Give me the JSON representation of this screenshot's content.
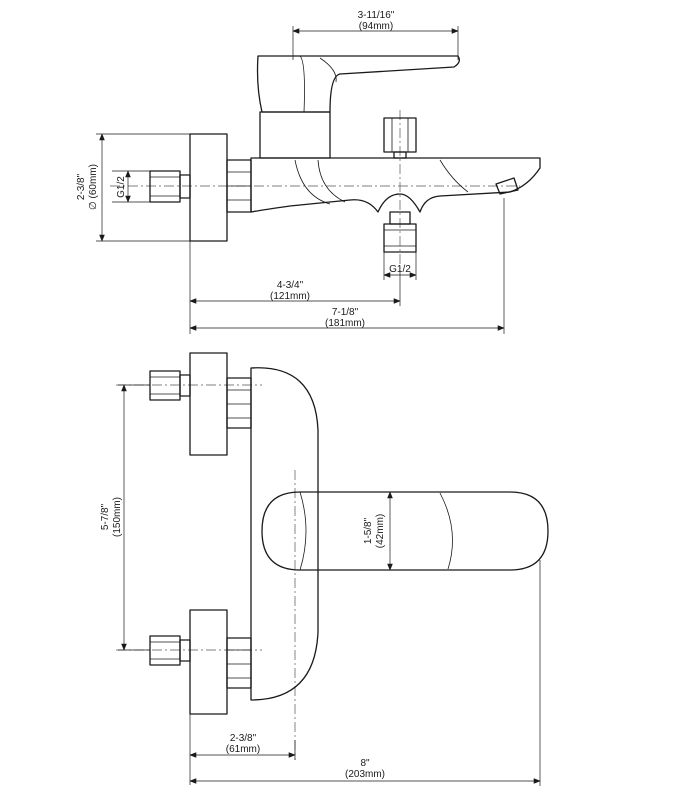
{
  "dimensions": {
    "lever_length": {
      "imperial": "3-11/16\"",
      "metric": "(94mm)"
    },
    "flange_diameter": {
      "imperial": "2-3/8\"",
      "metric": "∅ (60mm)"
    },
    "inlet_thread": {
      "label": "G1/2"
    },
    "outlet_thread": {
      "label": "G1/2"
    },
    "wall_to_diverter": {
      "imperial": "4-3/4\"",
      "metric": "(121mm)"
    },
    "wall_to_spout": {
      "imperial": "7-1/8\"",
      "metric": "(181mm)"
    },
    "inlet_spacing": {
      "imperial": "5-7/8\"",
      "metric": "(150mm)"
    },
    "lever_width": {
      "imperial": "1-5/8\"",
      "metric": "(42mm)"
    },
    "wall_to_body": {
      "imperial": "2-3/8\"",
      "metric": "(61mm)"
    },
    "overall_depth": {
      "imperial": "8\"",
      "metric": "(203mm)"
    }
  }
}
